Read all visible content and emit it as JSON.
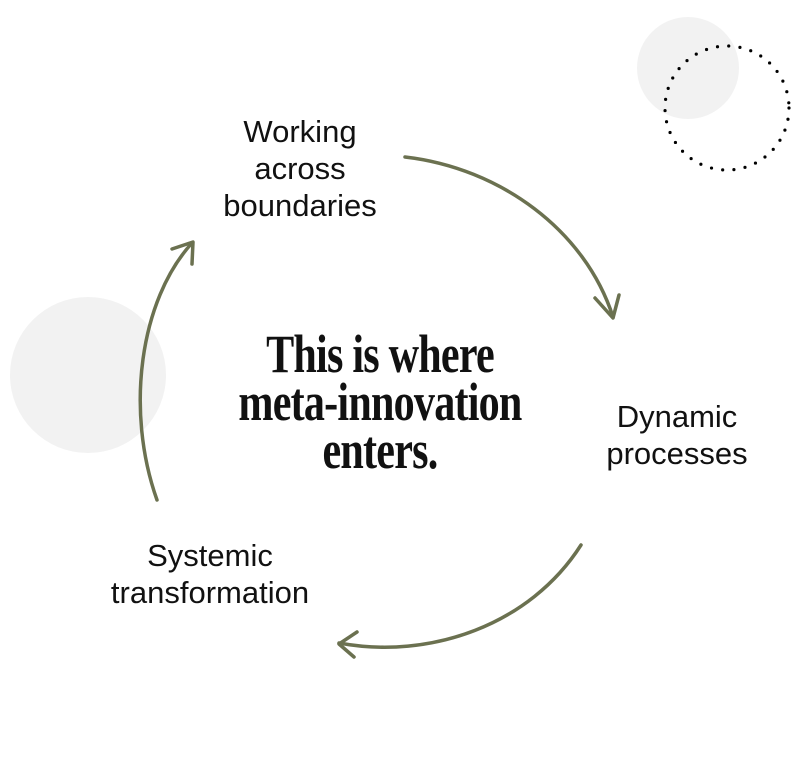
{
  "headline": {
    "lines": [
      "This is where",
      "meta-innovation",
      "enters."
    ]
  },
  "nodes": [
    {
      "label": "Working\nacross\nboundaries"
    },
    {
      "label": "Dynamic\nprocesses"
    },
    {
      "label": "Systemic\ntransformation"
    }
  ],
  "colors": {
    "arrow": "#6b7150",
    "circle_fill": "#f2f2f2",
    "text": "#111111"
  }
}
